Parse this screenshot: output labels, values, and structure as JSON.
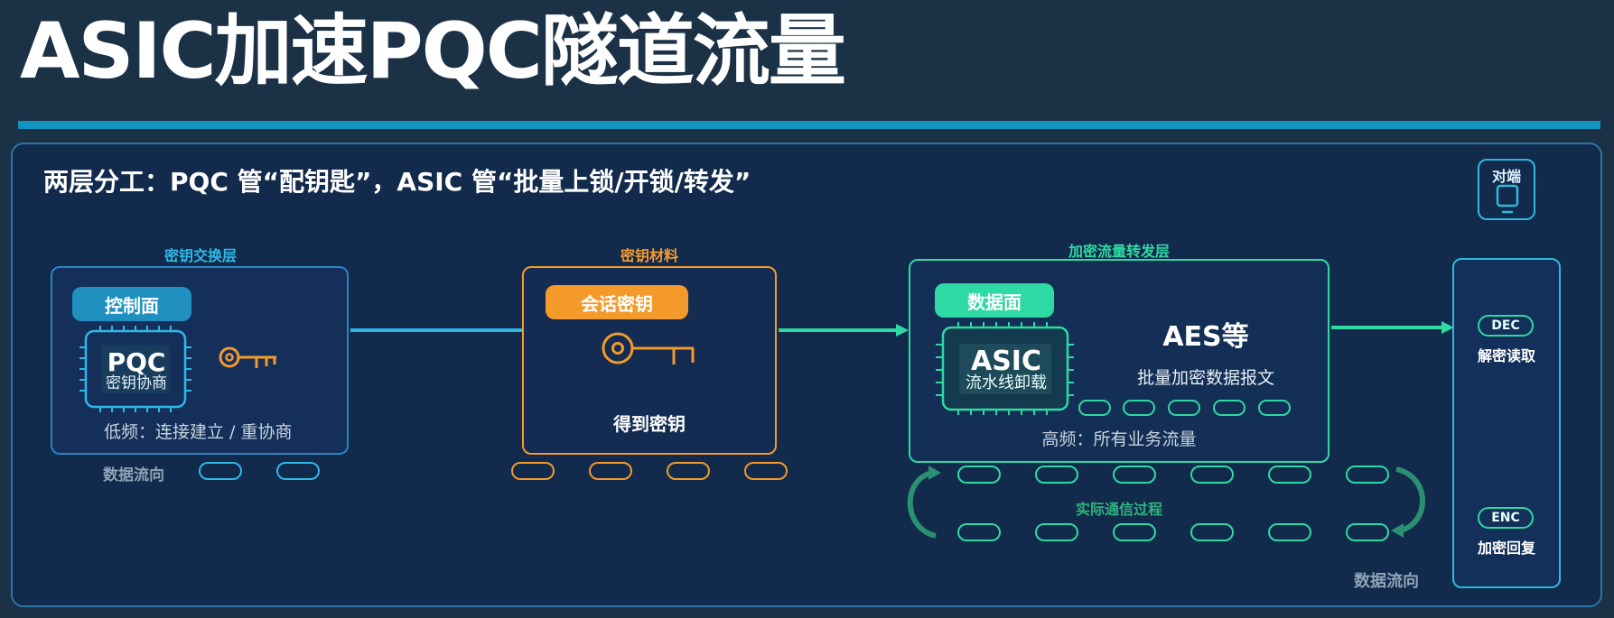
{
  "title": "ASIC加速PQC隧道流量",
  "subtitle": "两层分工：PQC 管“配钥匙”，ASIC 管“批量上锁/开锁/转发”",
  "peer": {
    "label": "对端"
  },
  "key_exchange_layer": {
    "label": "密钥交换层",
    "tag": "控制面",
    "chip_title": "PQC",
    "chip_subtitle": "密钥协商",
    "note": "低频：连接建立 / 重协商",
    "flow_label": "数据流向"
  },
  "key_material": {
    "label": "密钥材料",
    "tag": "会话密钥",
    "caption": "得到密钥"
  },
  "forwarding_layer": {
    "label": "加密流量转发层",
    "tag": "数据面",
    "chip_title": "ASIC",
    "chip_subtitle": "流水线卸载",
    "cipher": "AES等",
    "cipher_desc": "批量加密数据报文",
    "note": "高频：所有业务流量",
    "loop_label": "实际通信过程",
    "flow_label": "数据流向"
  },
  "endpoint": {
    "dec_badge": "DEC",
    "dec_label": "解密读取",
    "enc_badge": "ENC",
    "enc_label": "加密回复"
  },
  "colors": {
    "background": "#1b3146",
    "panel": "#122a4b",
    "blue": "#2a9fd6",
    "orange": "#f39a2b",
    "green": "#2fd9a3",
    "rule": "#0f95c0"
  },
  "icons": [
    "key-icon",
    "chip-icon",
    "device-icon",
    "arrow-right-icon",
    "cycle-arrow-icon"
  ]
}
